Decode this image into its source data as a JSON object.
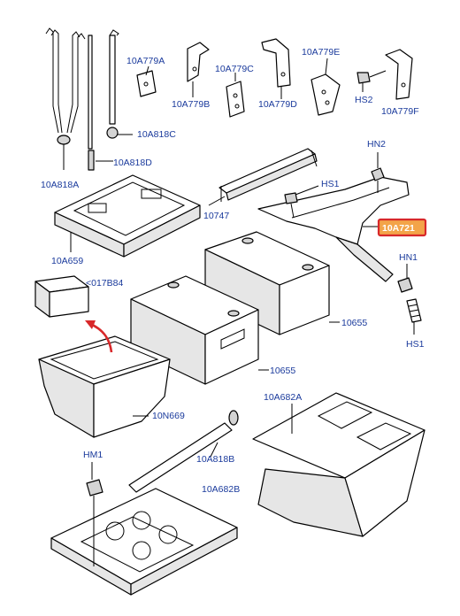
{
  "diagram": {
    "labels": {
      "l_10A779A": "10A779A",
      "l_10A779B": "10A779B",
      "l_10A779C": "10A779C",
      "l_10A779D": "10A779D",
      "l_10A779E": "10A779E",
      "l_HS2": "HS2",
      "l_10A779F": "10A779F",
      "l_10A818C": "10A818C",
      "l_10A818D": "10A818D",
      "l_10A818A": "10A818A",
      "l_HN2": "HN2",
      "l_HS1_top": "HS1",
      "l_10747": "10747",
      "l_10A721": "10A721",
      "l_10A659": "10A659",
      "l_HN1": "HN1",
      "l_017B84": "<017B84",
      "l_HS1_bottom": "HS1",
      "l_10655_a": "10655",
      "l_10655_b": "10655",
      "l_10N669": "10N669",
      "l_10A682A": "10A682A",
      "l_HM1": "HM1",
      "l_10A818B": "10A818B",
      "l_10A682B": "10A682B"
    },
    "highlight": {
      "part": "10A721",
      "fill_color": "#f3a449",
      "border_color": "#d8282a"
    },
    "arrow_color": "#d8282a",
    "label_color": "#1a3a9c"
  }
}
